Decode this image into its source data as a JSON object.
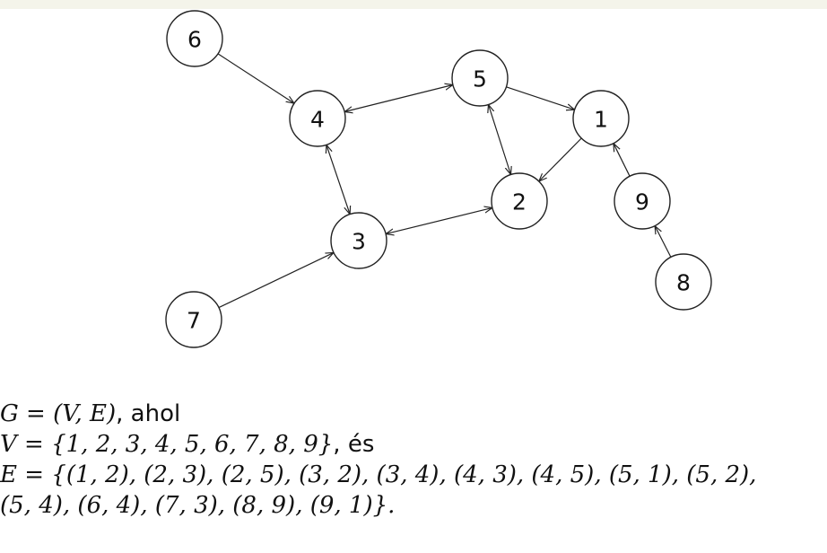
{
  "graph": {
    "nodes": [
      {
        "id": "1",
        "label": "1"
      },
      {
        "id": "2",
        "label": "2"
      },
      {
        "id": "3",
        "label": "3"
      },
      {
        "id": "4",
        "label": "4"
      },
      {
        "id": "5",
        "label": "5"
      },
      {
        "id": "6",
        "label": "6"
      },
      {
        "id": "7",
        "label": "7"
      },
      {
        "id": "8",
        "label": "8"
      },
      {
        "id": "9",
        "label": "9"
      }
    ],
    "edges": [
      {
        "from": "1",
        "to": "2",
        "bidirectional": false
      },
      {
        "from": "2",
        "to": "3",
        "bidirectional": true
      },
      {
        "from": "2",
        "to": "5",
        "bidirectional": true
      },
      {
        "from": "3",
        "to": "4",
        "bidirectional": true
      },
      {
        "from": "4",
        "to": "5",
        "bidirectional": true
      },
      {
        "from": "5",
        "to": "1",
        "bidirectional": false
      },
      {
        "from": "6",
        "to": "4",
        "bidirectional": false
      },
      {
        "from": "7",
        "to": "3",
        "bidirectional": false
      },
      {
        "from": "8",
        "to": "9",
        "bidirectional": false
      },
      {
        "from": "9",
        "to": "1",
        "bidirectional": false
      }
    ]
  },
  "definition": {
    "line1_math": "G = (V, E)",
    "line1_word": ", ahol",
    "line2_math": "V = {1, 2, 3, 4, 5, 6, 7, 8, 9}",
    "line2_word": ", és",
    "line3": "E = {(1, 2), (2, 3), (2, 5), (3, 2), (3, 4), (4, 3), (4, 5), (5, 1), (5, 2),",
    "line4": "(5, 4), (6, 4), (7, 3), (8, 9), (9, 1)}."
  },
  "colors": {
    "stroke": "#222222",
    "background": "#ffffff"
  }
}
